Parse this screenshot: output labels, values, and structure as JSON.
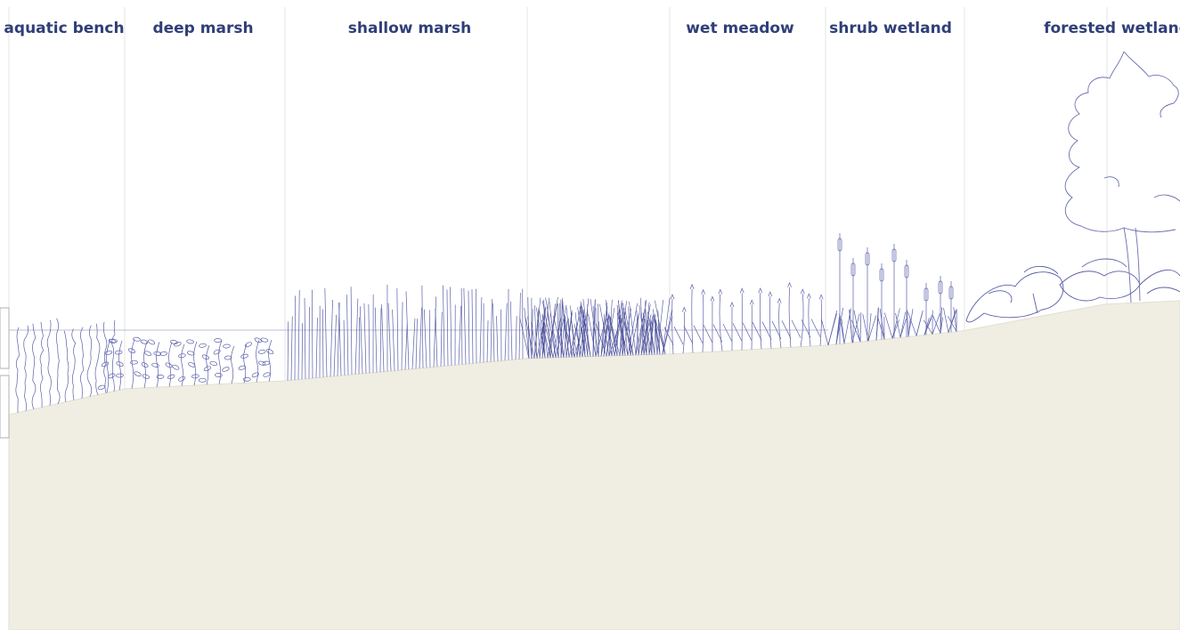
{
  "zones": {
    "aquatic_bench": "aquatic bench",
    "deep_marsh": "deep marsh",
    "shallow_marsh": "shallow marsh",
    "wet_meadow": "wet meadow",
    "shrub_wetland": "shrub wetland",
    "forested_wetland": "forested wetland"
  },
  "colors": {
    "label_text": "#2f3f78",
    "plant_stroke": "#5a5fa8",
    "soil_fill": "#f0eee3",
    "water_line": "#7a7fb0",
    "divider": "#e4e4e4"
  },
  "icons": {
    "plants": [
      "submerged-weed-icon",
      "floating-leaf-icon",
      "reed-icon",
      "sedge-clump-icon",
      "cattail-icon",
      "flowering-forb-icon",
      "shrub-icon",
      "tree-icon"
    ]
  }
}
